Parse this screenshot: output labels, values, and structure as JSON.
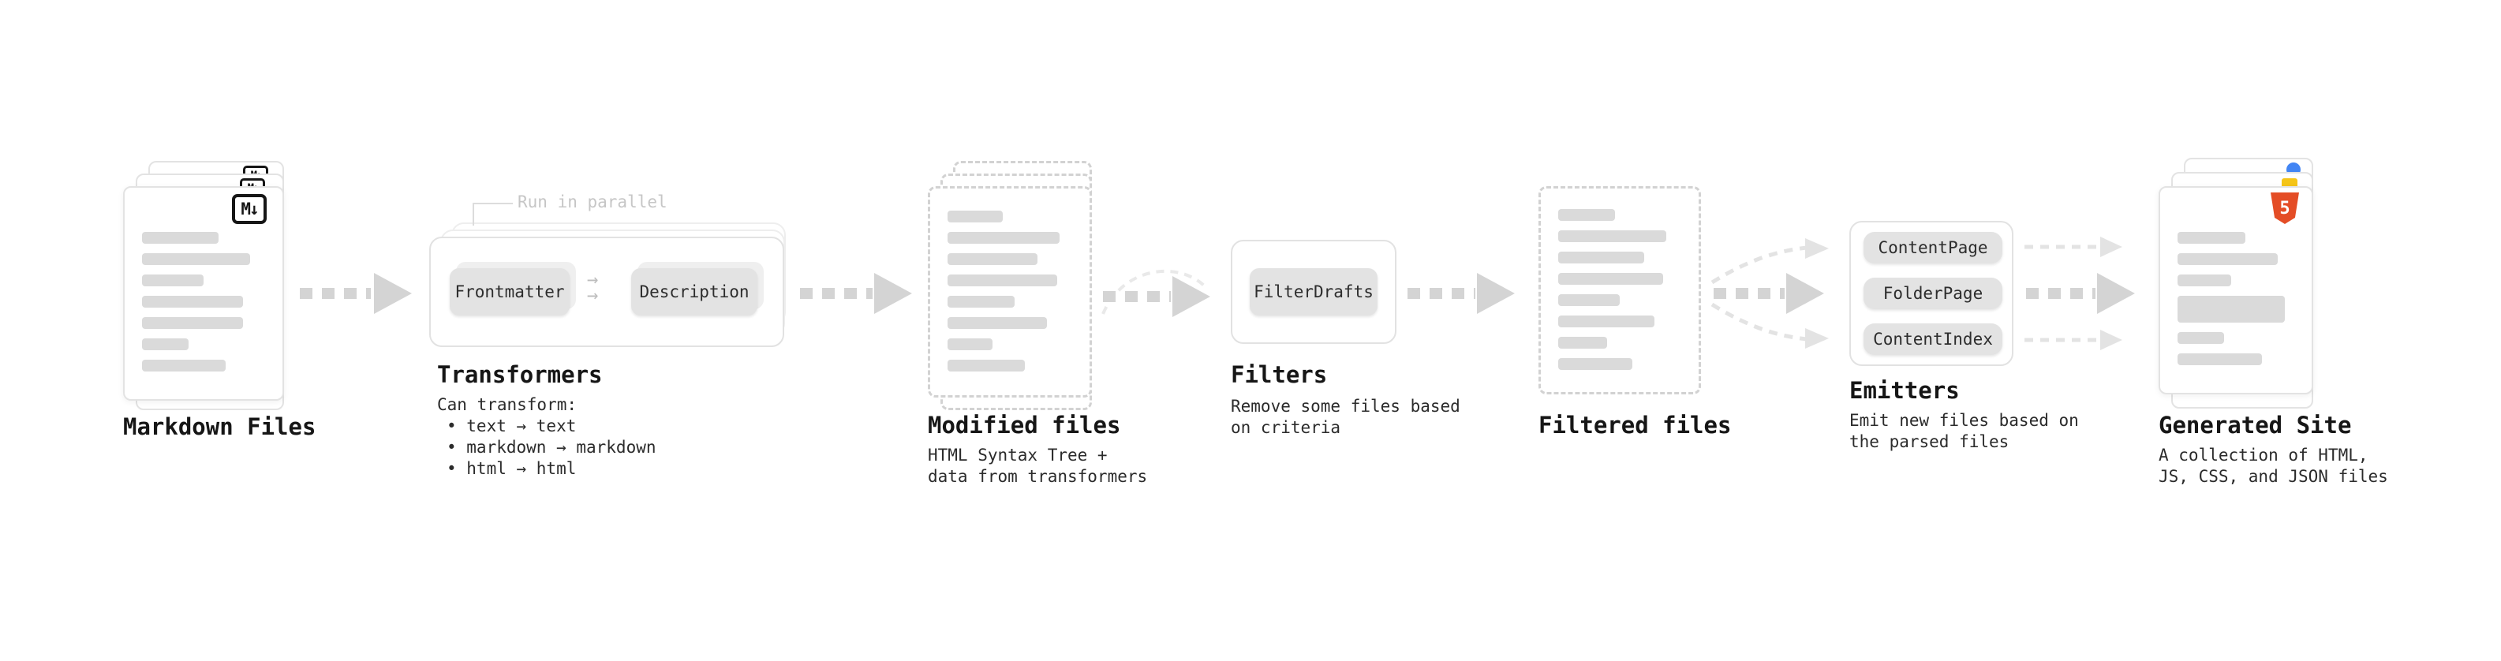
{
  "diagram": {
    "markdown_files": {
      "heading": "Markdown Files",
      "badge": "M↓"
    },
    "transformers": {
      "annotation": "Run in parallel",
      "buttons": [
        "Frontmatter",
        "Description"
      ],
      "connector": "→",
      "heading": "Transformers",
      "intro": "Can transform:",
      "bullets": [
        "• text → text",
        "• markdown → markdown",
        "• html → html"
      ]
    },
    "modified_files": {
      "heading": "Modified files",
      "description": "HTML Syntax Tree +\ndata from transformers"
    },
    "filters": {
      "button": "FilterDrafts",
      "heading": "Filters",
      "description": "Remove some files based\non criteria"
    },
    "filtered_files": {
      "heading": "Filtered files"
    },
    "emitters": {
      "buttons": [
        "ContentPage",
        "FolderPage",
        "ContentIndex"
      ],
      "heading": "Emitters",
      "description": "Emit new files based on\nthe parsed files"
    },
    "generated_site": {
      "heading": "Generated Site",
      "badge": "5",
      "description": "A collection of HTML,\nJS, CSS, and JSON files"
    },
    "colors": {
      "arrow_thick": "#d4d4d4",
      "arrow_thin": "#e3e3e3",
      "bar_gray": "#dadada",
      "button_bg": "#e3e3e3",
      "html5_orange": "#e44d26",
      "blue_badge": "#4285f4",
      "yellow_badge": "#f5c518"
    }
  }
}
